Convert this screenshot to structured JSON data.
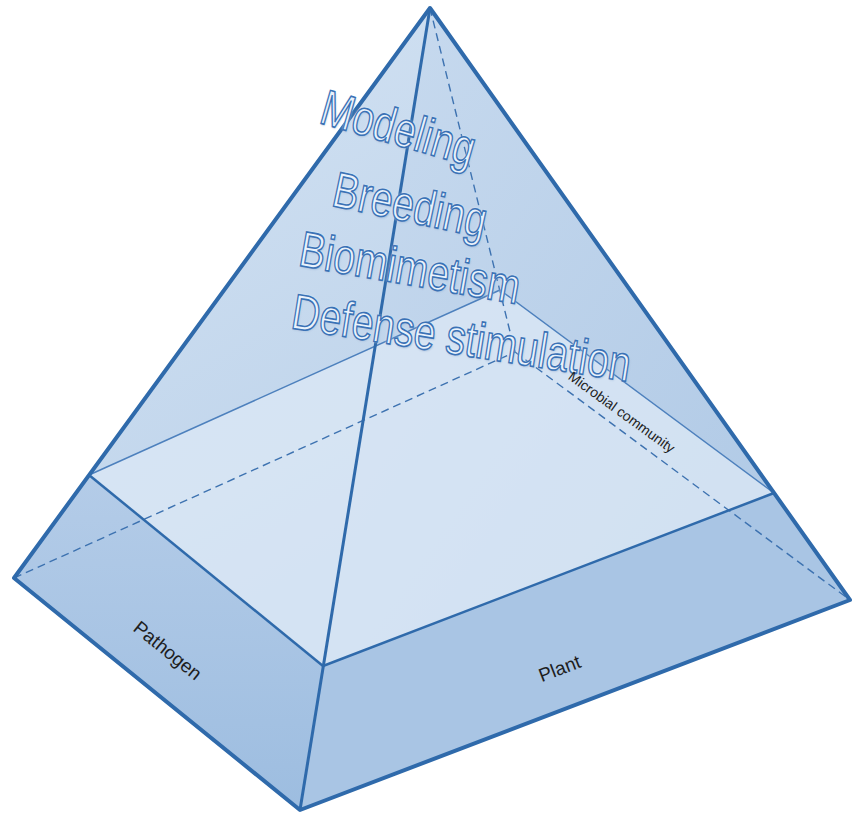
{
  "diagram": {
    "labels": [
      "Modeling",
      "Breeding",
      "Biomimetism",
      "Defense stimulation",
      "Microbial community",
      "Pathogen",
      "Plant"
    ]
  }
}
